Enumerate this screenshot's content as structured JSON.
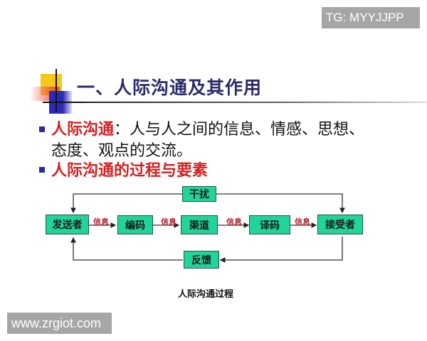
{
  "watermarks": {
    "top_right": "TG: MYYJJPP",
    "bottom_left": "www.zrgiot.com"
  },
  "slide": {
    "title": "一、人际沟通及其作用",
    "bullets": [
      {
        "term": "人际沟通",
        "definition_line1": "：人与人之间的信息、情感、思想、",
        "definition_line2": "态度、观点的交流。"
      },
      {
        "term": "人际沟通的过程与要素"
      }
    ]
  },
  "diagram": {
    "nodes": {
      "sender": "发送者",
      "encode": "编码",
      "channel": "渠道",
      "decode": "译码",
      "receiver": "接受者",
      "noise": "干扰",
      "feedback": "反馈"
    },
    "edge_labels": [
      "信息",
      "信息",
      "信息",
      "信息"
    ],
    "caption": "人际沟通过程",
    "colors": {
      "node_fill": "#22d39a",
      "edge_label": "#b02030",
      "title": "#2b2b6b",
      "term": "#d42020"
    }
  }
}
